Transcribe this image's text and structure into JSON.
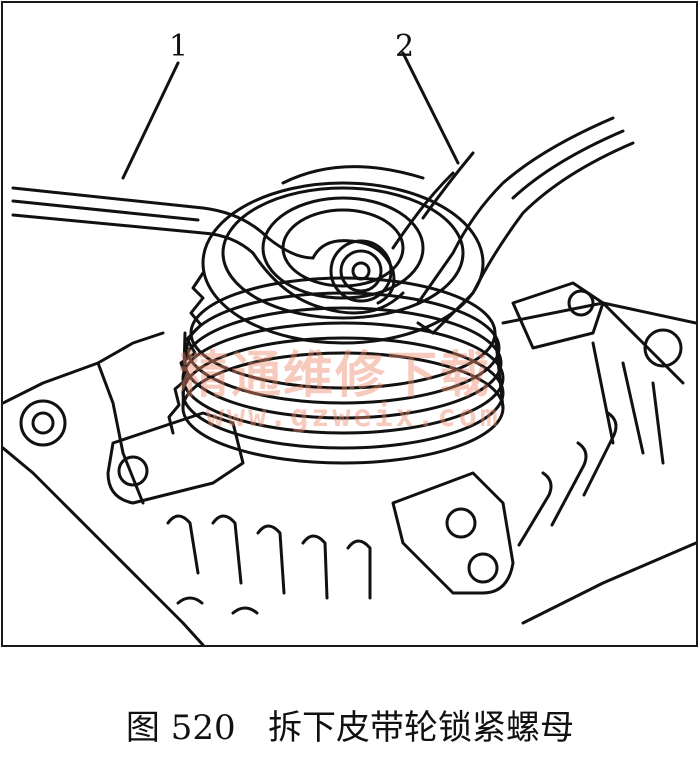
{
  "figure": {
    "callouts": [
      "1",
      "2"
    ],
    "watermark_text": "精通维修下载",
    "watermark_url": "www.gzweix.com"
  },
  "caption": {
    "number": "图 520",
    "title": "拆下皮带轮锁紧螺母"
  },
  "colors": {
    "line": "#111111",
    "watermark": "#eb8c6e"
  }
}
